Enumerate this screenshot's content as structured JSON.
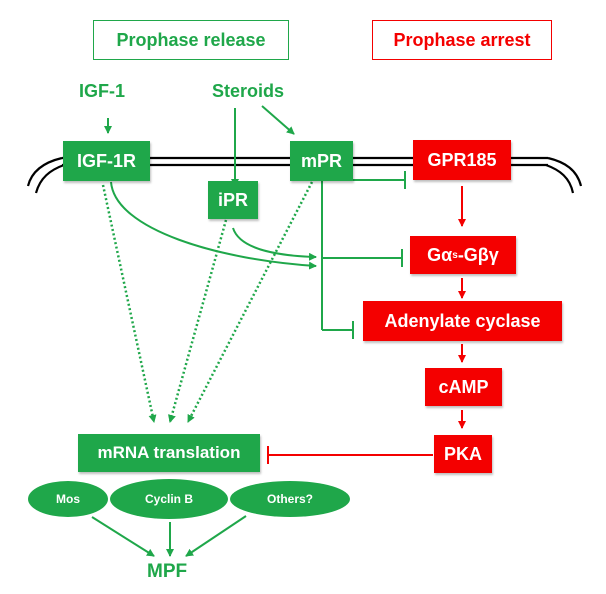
{
  "colors": {
    "green": "#1fa74a",
    "red": "#f40000",
    "membrane": "#000000"
  },
  "headers": {
    "release": "Prophase release",
    "arrest": "Prophase arrest"
  },
  "ligands": {
    "igf1": "IGF-1",
    "steroids": "Steroids"
  },
  "nodes": {
    "igf1r": "IGF-1R",
    "ipr": "iPR",
    "mpr": "mPR",
    "gpr185": "GPR185",
    "gprotein": "Gαs-Gβγ",
    "gprotein_parts": {
      "a": "Gα",
      "sub": "s",
      "b": "-Gβγ"
    },
    "adenylate_cyclase": "Adenylate cyclase",
    "camp": "cAMP",
    "pka": "PKA",
    "mrna_translation": "mRNA translation",
    "mpf": "MPF"
  },
  "products": [
    "Mos",
    "Cyclin B",
    "Others?"
  ],
  "edges": [
    {
      "from": "IGF-1",
      "to": "IGF-1R",
      "type": "activates"
    },
    {
      "from": "Steroids",
      "to": "iPR",
      "type": "activates"
    },
    {
      "from": "Steroids",
      "to": "mPR",
      "type": "activates"
    },
    {
      "from": "mPR",
      "to": "GPR185",
      "type": "inhibits"
    },
    {
      "from": "GPR185",
      "to": "Gαs-Gβγ",
      "type": "activates"
    },
    {
      "from": "IGF-1R",
      "to": "mPR-branch",
      "type": "activates"
    },
    {
      "from": "iPR",
      "to": "mPR-branch",
      "type": "activates"
    },
    {
      "from": "mPR",
      "to": "Gαs-Gβγ",
      "type": "inhibits"
    },
    {
      "from": "mPR",
      "to": "Adenylate cyclase",
      "type": "inhibits"
    },
    {
      "from": "Gαs-Gβγ",
      "to": "Adenylate cyclase",
      "type": "activates"
    },
    {
      "from": "Adenylate cyclase",
      "to": "cAMP",
      "type": "activates"
    },
    {
      "from": "cAMP",
      "to": "PKA",
      "type": "activates"
    },
    {
      "from": "PKA",
      "to": "mRNA translation",
      "type": "inhibits"
    },
    {
      "from": "IGF-1R",
      "to": "mRNA translation",
      "type": "activates-indirect"
    },
    {
      "from": "iPR",
      "to": "mRNA translation",
      "type": "activates-indirect"
    },
    {
      "from": "mPR",
      "to": "mRNA translation",
      "type": "activates-indirect"
    },
    {
      "from": "Mos",
      "to": "MPF",
      "type": "activates"
    },
    {
      "from": "Cyclin B",
      "to": "MPF",
      "type": "activates"
    },
    {
      "from": "Others?",
      "to": "MPF",
      "type": "activates"
    }
  ]
}
